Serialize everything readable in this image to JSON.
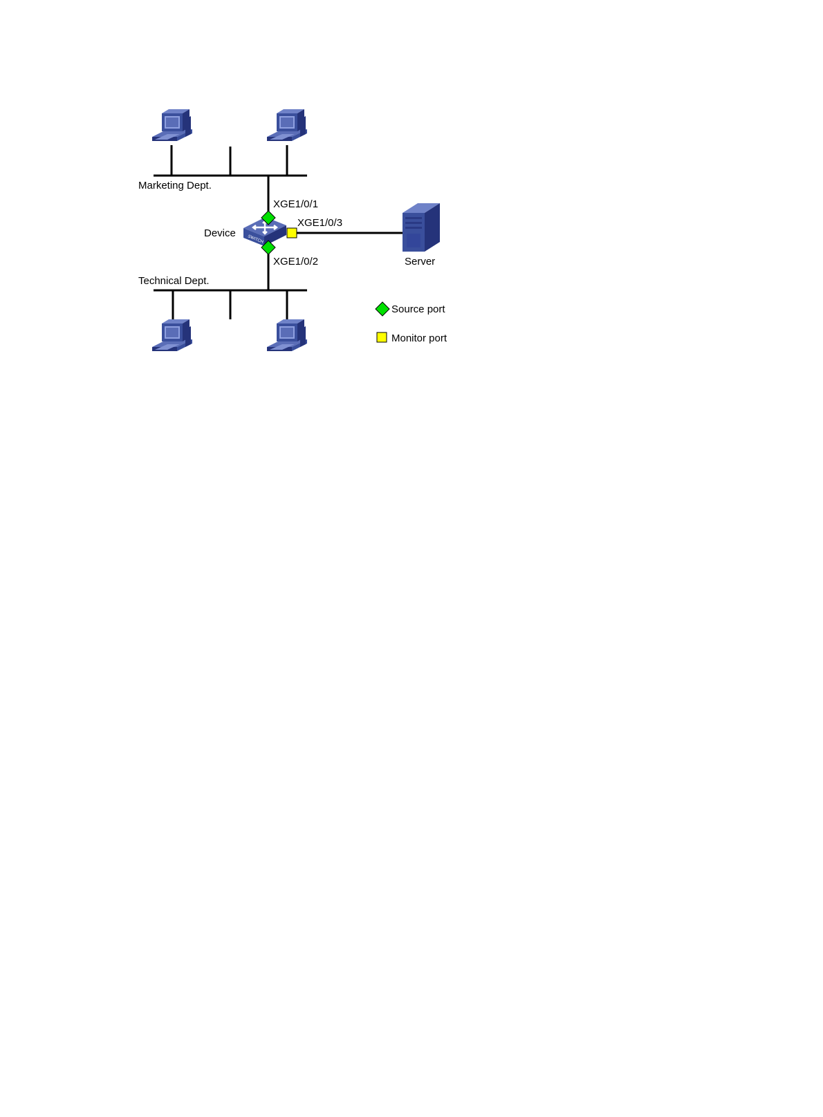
{
  "labels": {
    "marketing": "Marketing Dept.",
    "technical": "Technical Dept.",
    "device": "Device",
    "server": "Server",
    "port1": "XGE1/0/1",
    "port2": "XGE1/0/2",
    "port3": "XGE1/0/3",
    "switch_text": "SWITCH"
  },
  "legend": {
    "source": "Source port",
    "monitor": "Monitor port"
  },
  "colors": {
    "source_port": "#00e000",
    "monitor_port": "#ffff00",
    "device_blue": "#3a4f9c",
    "device_dark": "#25337a",
    "device_light": "#6f82c8",
    "wire": "#000000"
  },
  "icons": {
    "host": "desktop-computer-icon",
    "server": "server-tower-icon",
    "device": "layer3-switch-icon"
  }
}
